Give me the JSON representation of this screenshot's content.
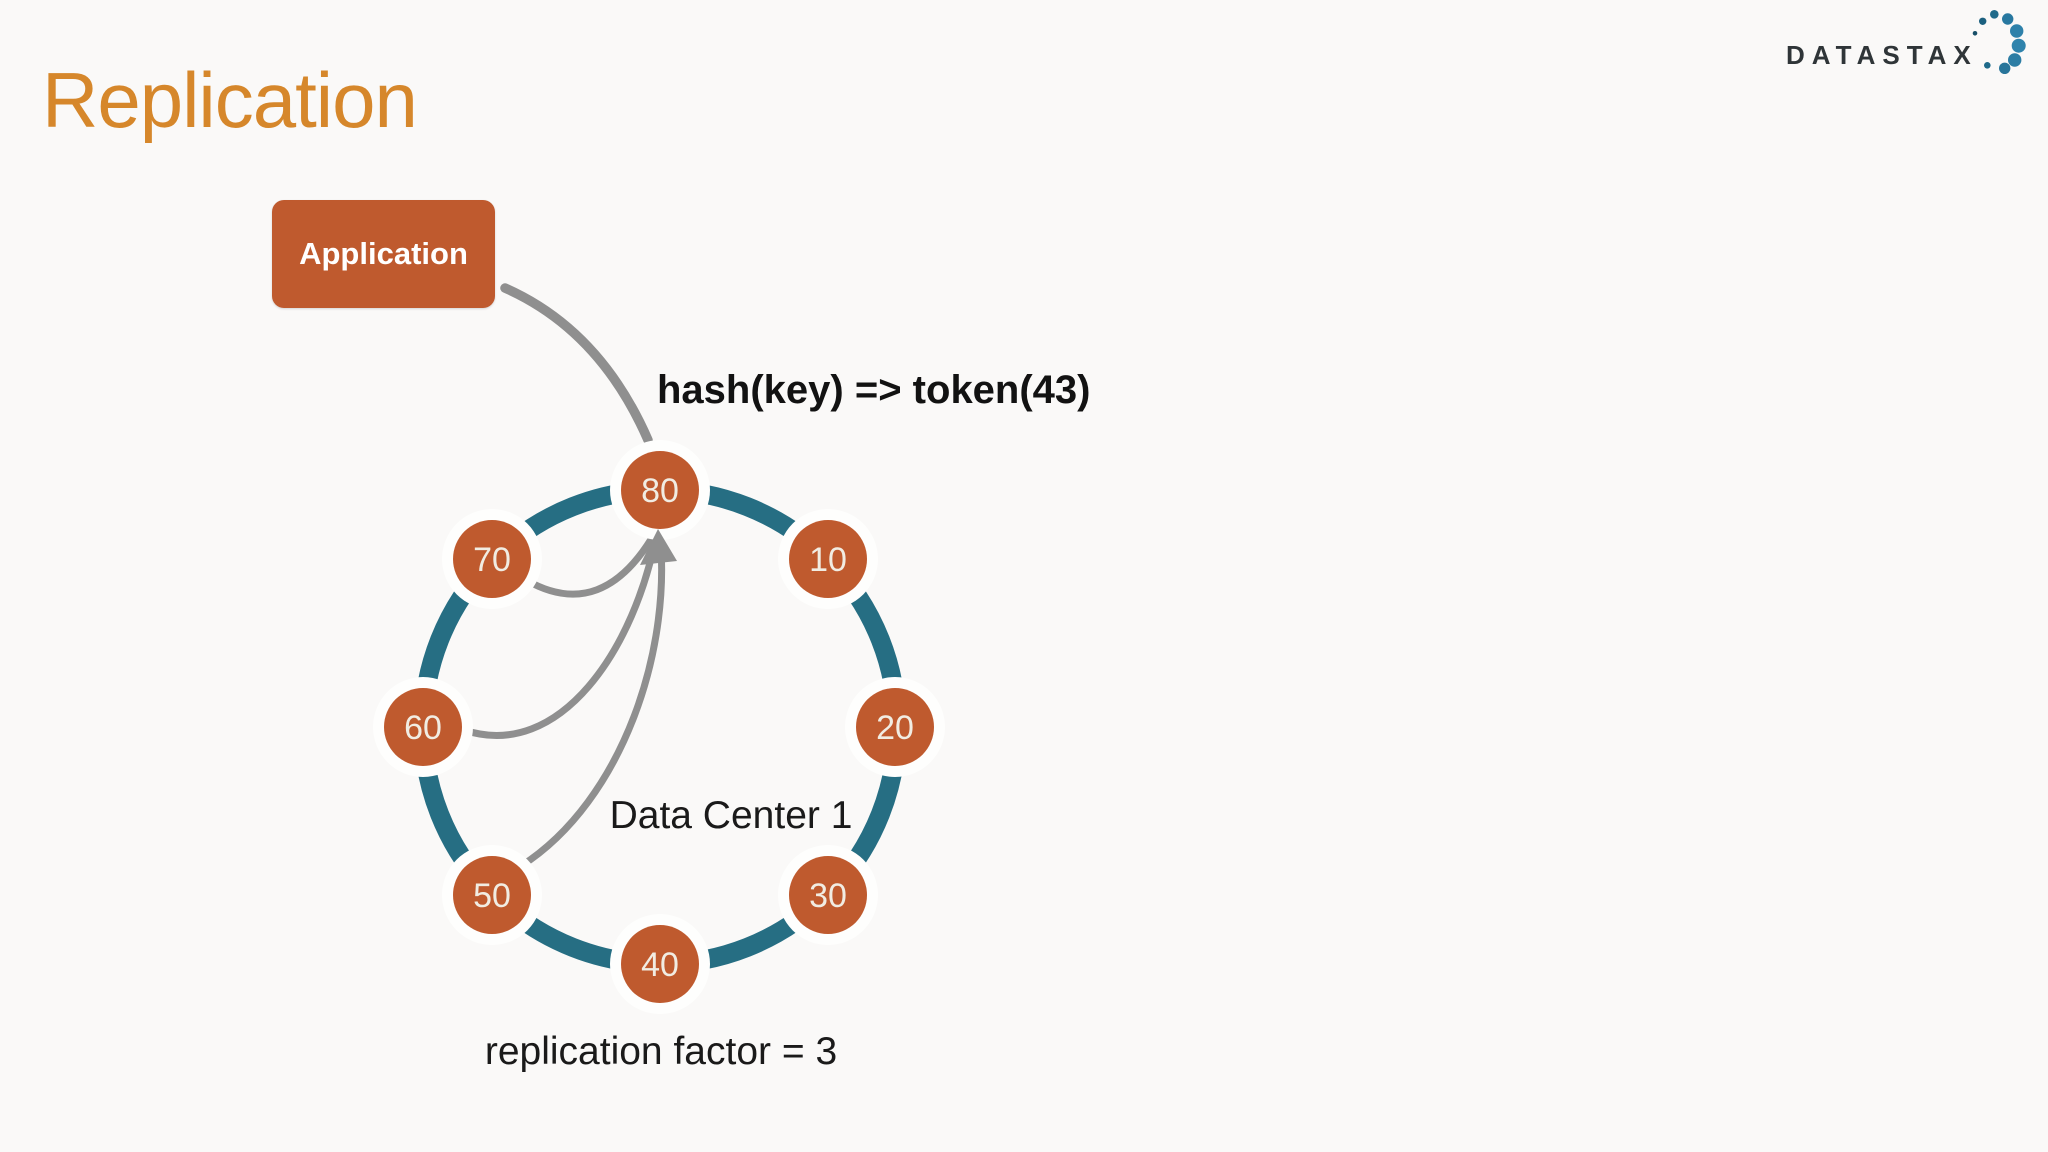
{
  "slide": {
    "title": "Replication",
    "application_label": "Application",
    "hash_label": "hash(key) => token(43)",
    "datacenter_label": "Data Center 1",
    "replication_label": "replication factor = 3"
  },
  "logo": {
    "wordmark": "DATASTAX",
    "dots_icon": "datastax-dots-swirl"
  },
  "ring": {
    "nodes": [
      "80",
      "10",
      "20",
      "30",
      "40",
      "50",
      "60",
      "70"
    ],
    "node_order": "clockwise from top",
    "datacenter": "Data Center 1"
  },
  "connections": {
    "application_to": "80",
    "fanout_from": "80",
    "fanout_to": [
      "70",
      "60",
      "50"
    ]
  },
  "colors": {
    "background": "#FAF9F8",
    "title_orange": "#D6872B",
    "node_orange": "#BF5A2E",
    "ring_teal": "#266E83",
    "arrow_gray": "#8F8F8F",
    "text_black": "#1A1A1A",
    "node_text_cream": "#F1ECE2",
    "logo_dark": "#2F3538",
    "logo_blue": "#2B7EA4"
  }
}
